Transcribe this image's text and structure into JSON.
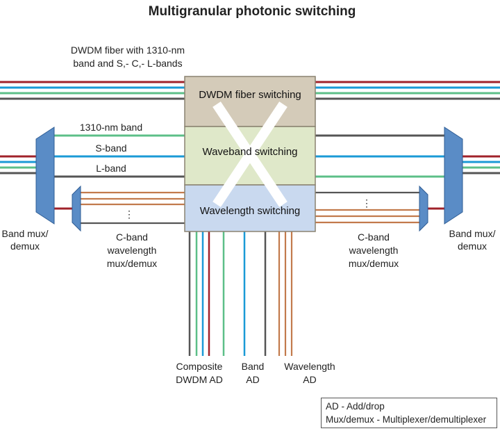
{
  "title": "Multigranular photonic switching",
  "labels": {
    "dwdm_fiber_line1": "DWDM fiber with 1310-nm",
    "dwdm_fiber_line2": "band and S,- C,- L-bands",
    "band_1310": "1310-nm band",
    "s_band": "S-band",
    "l_band": "L-band",
    "left_band_mux_line1": "Band mux/",
    "left_band_mux_line2": "demux",
    "right_band_mux_line1": "Band mux/",
    "right_band_mux_line2": "demux",
    "left_cband_line1": "C-band",
    "left_cband_line2": "wavelength",
    "left_cband_line3": "mux/demux",
    "right_cband_line1": "C-band",
    "right_cband_line2": "wavelength",
    "right_cband_line3": "mux/demux",
    "composite_line1": "Composite",
    "composite_line2": "DWDM AD",
    "band_ad_line1": "Band",
    "band_ad_line2": "AD",
    "wavelength_ad_line1": "Wavelength",
    "wavelength_ad_line2": "AD",
    "ellipsis": "⋮"
  },
  "switch_blocks": {
    "fiber": "DWDM fiber switching",
    "waveband": "Waveband switching",
    "wavelength": "Wavelength switching"
  },
  "legend": {
    "line1": "AD - Add/drop",
    "line2": "Mux/demux - Multiplexer/demultiplexer"
  },
  "colors": {
    "red": "#a0222a",
    "blue": "#1a9ad6",
    "green": "#5cbf88",
    "gray": "#555555",
    "brown": "#c27a4c",
    "fiber_box": "#d4cbb9",
    "waveband_box": "#dfe8c9",
    "wavelength_box": "#c9d9ef",
    "mux": "#5a8cc6"
  }
}
